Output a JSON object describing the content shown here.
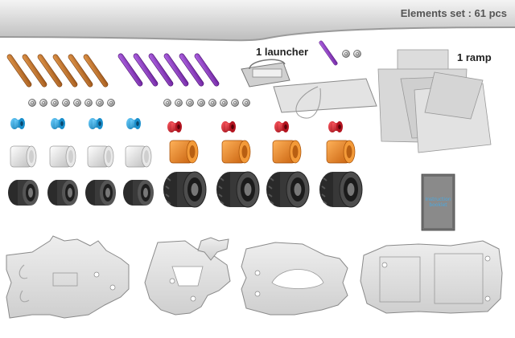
{
  "header": {
    "title": "Elements set : 61 pcs"
  },
  "labels": {
    "launcher": "1 launcher",
    "ramp": "1 ramp"
  },
  "booklet": {
    "text": "Instruction booklet"
  },
  "colors": {
    "rod_brown": "#c0702a",
    "rod_purple": "#8a35c0",
    "cap_blue": "#2aa3d8",
    "cap_red": "#c81d2a",
    "ring_orange": "#ef8a22",
    "ring_white": "#e6e6e6",
    "tire_black": "#3a3a3a",
    "panel_grey": "#d9d9d9"
  }
}
